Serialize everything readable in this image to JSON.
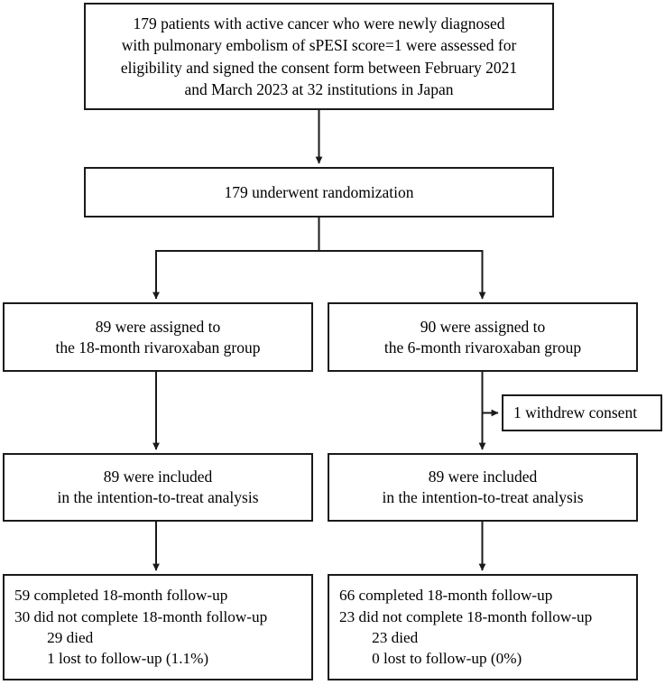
{
  "diagram": {
    "title": "CONSORT patient flow diagram",
    "stroke_color": "#1a1a1a",
    "background_color": "#ffffff"
  },
  "nodes": {
    "enrollment": {
      "lines": [
        "179 patients with active cancer who were newly diagnosed",
        "with pulmonary embolism of sPESI score=1 were assessed for",
        "eligibility and signed the consent form between February 2021",
        "and March 2023 at 32 institutions in Japan"
      ]
    },
    "randomization": {
      "lines": [
        "179 underwent randomization"
      ]
    },
    "assign_left": {
      "lines": [
        "89 were assigned to",
        "the 18-month rivaroxaban group"
      ]
    },
    "assign_right": {
      "lines": [
        "90 were assigned to",
        "the 6-month rivaroxaban group"
      ]
    },
    "withdrew": {
      "lines": [
        "1 withdrew consent"
      ]
    },
    "itt_left": {
      "lines": [
        "89 were included",
        "in the intention-to-treat analysis"
      ]
    },
    "itt_right": {
      "lines": [
        "89 were included",
        "in the intention-to-treat analysis"
      ]
    },
    "outcome_left": {
      "lines": [
        "59 completed 18-month follow-up",
        "30 did not complete 18-month follow-up",
        "29 died",
        "1 lost to follow-up (1.1%)"
      ],
      "indent_flags": [
        false,
        false,
        true,
        true
      ]
    },
    "outcome_right": {
      "lines": [
        "66 completed 18-month follow-up",
        "23 did not complete 18-month follow-up",
        "23 died",
        "0 lost to follow-up (0%)"
      ],
      "indent_flags": [
        false,
        false,
        true,
        true
      ]
    }
  },
  "connectors": [
    {
      "name": "enrollment-to-randomization",
      "type": "arrow-down"
    },
    {
      "name": "randomization-split-to-groups",
      "type": "bracket-split"
    },
    {
      "name": "assign-left-to-itt-left",
      "type": "arrow-down"
    },
    {
      "name": "assign-right-to-itt-right",
      "type": "arrow-down"
    },
    {
      "name": "assign-right-to-withdrew",
      "type": "arrow-right"
    },
    {
      "name": "itt-left-to-outcome-left",
      "type": "arrow-down"
    },
    {
      "name": "itt-right-to-outcome-right",
      "type": "arrow-down"
    }
  ]
}
